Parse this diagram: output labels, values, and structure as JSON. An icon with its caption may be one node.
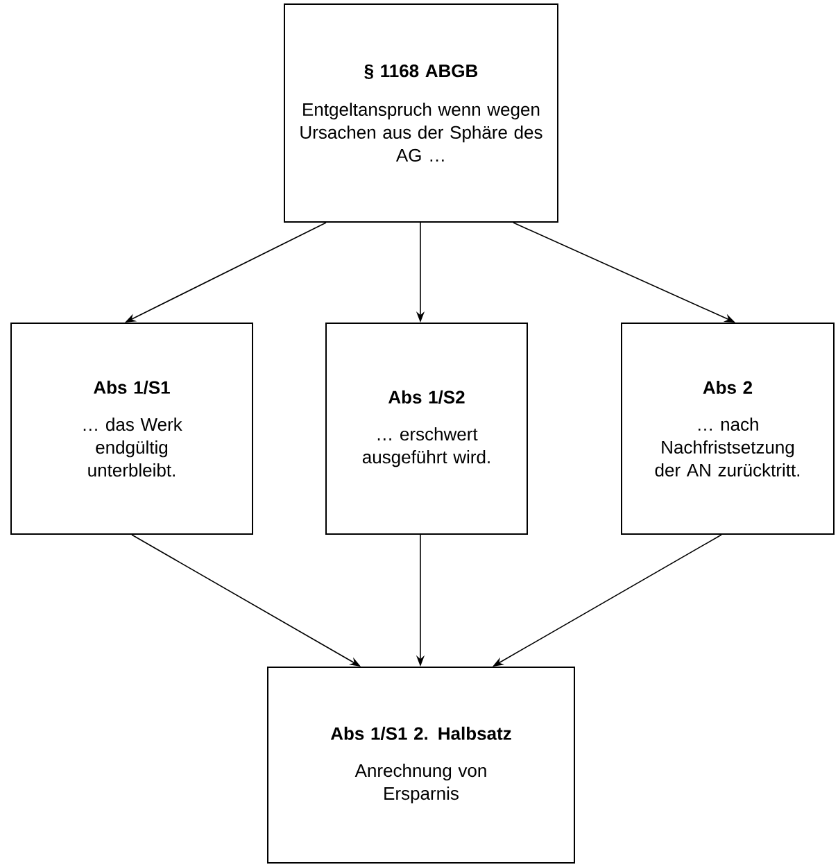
{
  "diagram": {
    "nodes": [
      {
        "text": [
          "§ 1168 ABGB",
          "Entgeltanspruch wenn wegen Ursachen aus der Sphäre des AG …"
        ]
      },
      {
        "text": [
          "Abs 1/S1",
          "… das Werk endgültig unterbleibt."
        ]
      },
      {
        "text": [
          "Abs 1/S2",
          "… erschwert ausgeführt wird."
        ]
      },
      {
        "text": [
          "Abs 2",
          "… nach Nachfristsetzung der AN zurücktritt."
        ]
      },
      {
        "text": [
          "Abs 1/S1 2. Halbsatz",
          "Anrechnung von Ersparnis"
        ]
      }
    ],
    "edges": [
      {
        "from": 0,
        "to": 1,
        "arrow": "to"
      },
      {
        "from": 0,
        "to": 2,
        "arrow": "to"
      },
      {
        "from": 0,
        "to": 3,
        "arrow": "to"
      },
      {
        "from": 1,
        "to": 4,
        "arrow": "to"
      },
      {
        "from": 2,
        "to": 4,
        "arrow": "to"
      },
      {
        "from": 3,
        "to": 4,
        "arrow": "to"
      }
    ]
  }
}
